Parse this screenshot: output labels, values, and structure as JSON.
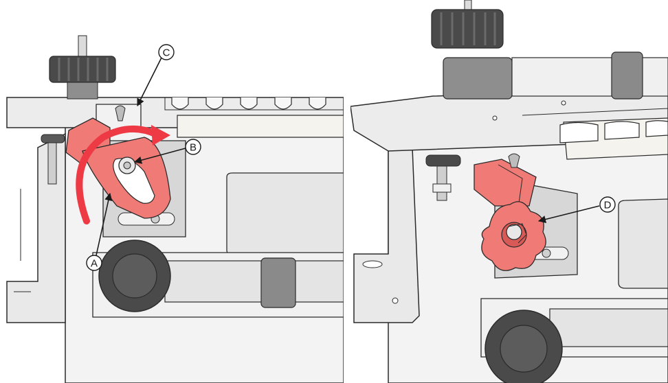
{
  "callouts": {
    "a": "A",
    "b": "B",
    "c": "C",
    "d": "D"
  },
  "colors": {
    "part_highlight": "#f07a76",
    "part_highlight_dark": "#d85a57",
    "arrow_red": "#ee3a44",
    "metal_light": "#f1f1f1",
    "metal_mid": "#cfcfcf",
    "metal_dark": "#9a9a9a",
    "knob_dark": "#4a4a4a",
    "outline": "#2a2a2a"
  },
  "icons": {
    "rotate": "curved-rotation-arrow-icon",
    "knob": "knurled-knob-icon"
  }
}
